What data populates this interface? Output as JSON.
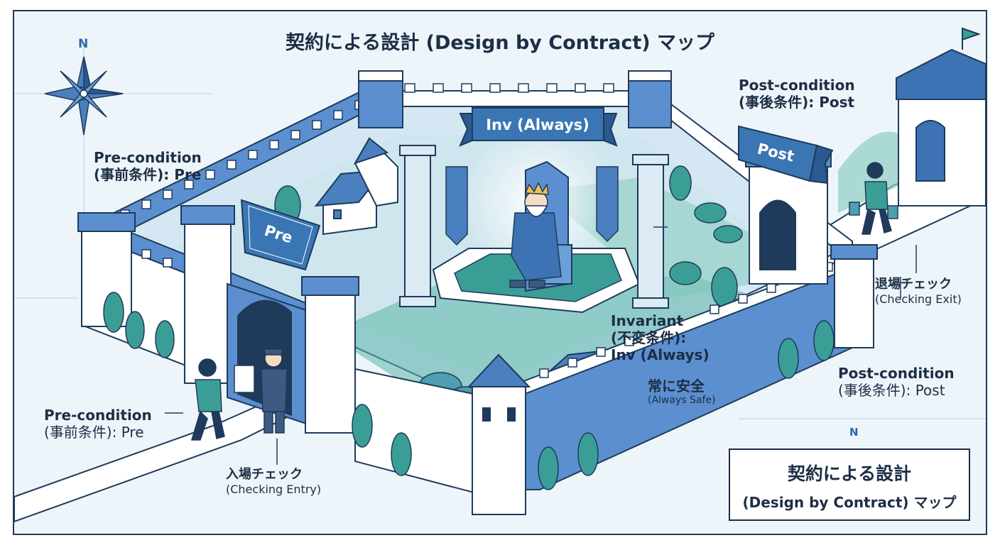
{
  "title": "契約による設計 (Design by Contract) マップ",
  "compass": {
    "north": "N",
    "north_small": "N"
  },
  "banners": {
    "pre": "Pre",
    "inv": "Inv (Always)",
    "post": "Post"
  },
  "labels": {
    "pre_top": {
      "line1": "Pre-condition",
      "line2": "(事前条件): Pre"
    },
    "pre_bottom": {
      "line1": "Pre-condition",
      "line2": "(事前条件): Pre"
    },
    "entry": {
      "line1": "入場チェック",
      "line2": "(Checking Entry)"
    },
    "post_top": {
      "line1": "Post-condition",
      "line2": "(事後条件): Post"
    },
    "post_right": {
      "line1": "Post-condition",
      "line2": "(事後条件): Post"
    },
    "exit": {
      "line1": "退場チェック",
      "line2": "(Checking Exit)"
    },
    "invariant": {
      "line1": "Invariant",
      "line2": "(不変条件):",
      "line3": "Inv (Always)"
    },
    "safe": {
      "line1": "常に安全",
      "line2": "(Always Safe)"
    }
  },
  "legend": {
    "line1": "契約による設計",
    "line2": "(Design by Contract) マップ"
  },
  "colors": {
    "wall": "#5b8fd0",
    "wall_light": "#ffffff",
    "courtyard": "#5bb5a8",
    "banner": "#3a76b4",
    "outline": "#1f3a5a",
    "tree": "#3b9e96"
  }
}
